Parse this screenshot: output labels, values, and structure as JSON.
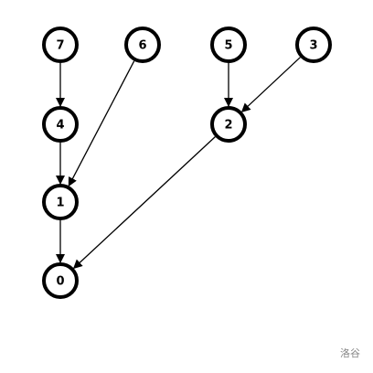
{
  "diagram": {
    "nodes": [
      {
        "id": "7",
        "label": "7"
      },
      {
        "id": "6",
        "label": "6"
      },
      {
        "id": "5",
        "label": "5"
      },
      {
        "id": "3",
        "label": "3"
      },
      {
        "id": "4",
        "label": "4"
      },
      {
        "id": "2",
        "label": "2"
      },
      {
        "id": "1",
        "label": "1"
      },
      {
        "id": "0",
        "label": "0"
      }
    ],
    "edges": [
      {
        "from": "7",
        "to": "4"
      },
      {
        "from": "6",
        "to": "1"
      },
      {
        "from": "5",
        "to": "2"
      },
      {
        "from": "3",
        "to": "2"
      },
      {
        "from": "4",
        "to": "1"
      },
      {
        "from": "2",
        "to": "0"
      },
      {
        "from": "1",
        "to": "0"
      }
    ]
  },
  "watermark": "洛谷"
}
